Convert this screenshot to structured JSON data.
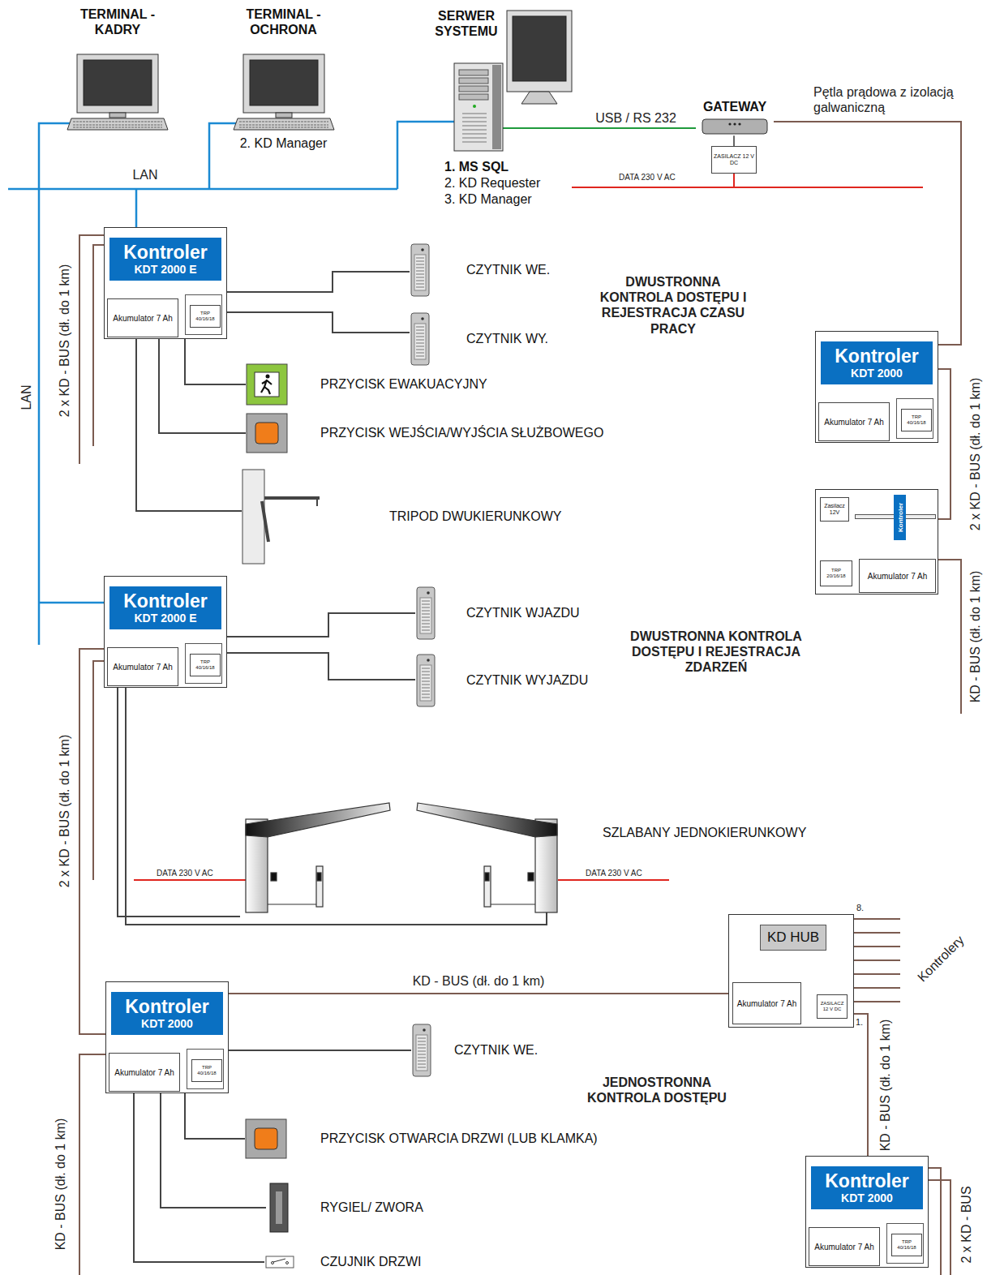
{
  "diagram": {
    "nodes": [
      {
        "text": [
          "TERMINAL - KADRY"
        ]
      },
      {
        "text": [
          "TERMINAL - OCHRONA",
          "2. KD Manager"
        ]
      },
      {
        "text": [
          "SERWER SYSTEMU",
          "1. MS SQL",
          "2. KD Requester",
          "3. KD Manager"
        ]
      },
      {
        "text": [
          "GATEWAY"
        ]
      },
      {
        "text": [
          "ZASILACZ 12 V DC"
        ]
      },
      {
        "text": [
          "Kontroler",
          "KDT 2000 E"
        ]
      },
      {
        "text": [
          "Akumulator 7 Ah"
        ],
        "in": 5
      },
      {
        "text": [
          "TRP 40/16/18"
        ],
        "in": 5
      },
      {
        "text": [
          "CZYTNIK WE."
        ]
      },
      {
        "text": [
          "CZYTNIK WY."
        ]
      },
      {
        "text": [
          "PRZYCISK EWAKUACYJNY"
        ]
      },
      {
        "text": [
          "PRZYCISK WEJŚCIA/WYJŚCIA SŁUŻBOWEGO"
        ]
      },
      {
        "text": [
          "TRIPOD DWUKIERUNKOWY"
        ]
      },
      {
        "text": [
          "Kontroler",
          "KDT 2000 E"
        ]
      },
      {
        "text": [
          "Akumulator 7 Ah"
        ],
        "in": 13
      },
      {
        "text": [
          "TRP 40/16/18"
        ],
        "in": 13
      },
      {
        "text": [
          "CZYTNIK WJAZDU"
        ]
      },
      {
        "text": [
          "CZYTNIK WYJAZDU"
        ]
      },
      {
        "text": [
          "SZLABANY JEDNOKIERUNKOWY"
        ]
      },
      {
        "text": [
          "Kontroler",
          "KDT 2000"
        ]
      },
      {
        "text": [
          "Akumulator 7 Ah"
        ],
        "in": 19
      },
      {
        "text": [
          "TRP 40/16/18"
        ],
        "in": 19
      },
      {
        "text": [
          "CZYTNIK WE."
        ]
      },
      {
        "text": [
          "PRZYCISK OTWARCIA DRZWI (LUB KLAMKA)"
        ]
      },
      {
        "text": [
          "RYGIEL/ ZWORA"
        ]
      },
      {
        "text": [
          "CZUJNIK DRZWI"
        ]
      },
      {
        "text": [
          "KD HUB"
        ]
      },
      {
        "text": [
          "Akumulator 7 Ah"
        ],
        "in": 26
      },
      {
        "text": [
          "ZASILACZ 12 V DC"
        ],
        "in": 26
      },
      {
        "text": [
          "Kontroler",
          "KDT 2000"
        ]
      },
      {
        "text": [
          "Akumulator 7 Ah"
        ],
        "in": 29
      },
      {
        "text": [
          "TRP 40/16/18"
        ],
        "in": 29
      },
      {
        "text": [
          "Kontroler"
        ]
      },
      {
        "text": [
          "Zasilacz 12V"
        ],
        "in": 32
      },
      {
        "text": [
          "TRP 20/16/18"
        ],
        "in": 32
      },
      {
        "text": [
          "Akumulator 7 Ah"
        ],
        "in": 32
      },
      {
        "text": [
          "Kontroler",
          "KDT 2000"
        ]
      },
      {
        "text": [
          "Akumulator 7 Ah"
        ],
        "in": 36
      },
      {
        "text": [
          "TRP 40/16/18"
        ],
        "in": 36
      }
    ],
    "edges": [
      {
        "from": 2,
        "to": 3,
        "arrow": "none",
        "label": "USB / RS 232"
      },
      {
        "from": 3,
        "to": 4,
        "arrow": "none"
      },
      {
        "from": 3,
        "to": 29,
        "arrow": "none"
      },
      {
        "from": 29,
        "to": 32,
        "arrow": "none"
      },
      {
        "from": 5,
        "to": 8,
        "arrow": "none"
      },
      {
        "from": 5,
        "to": 9,
        "arrow": "none"
      },
      {
        "from": 5,
        "to": 10,
        "arrow": "none"
      },
      {
        "from": 5,
        "to": 11,
        "arrow": "none"
      },
      {
        "from": 5,
        "to": 12,
        "arrow": "none"
      },
      {
        "from": 13,
        "to": 16,
        "arrow": "none"
      },
      {
        "from": 13,
        "to": 17,
        "arrow": "none"
      },
      {
        "from": 13,
        "to": 18,
        "arrow": "none"
      },
      {
        "from": 13,
        "to": 19,
        "arrow": "none"
      },
      {
        "from": 19,
        "to": 22,
        "arrow": "none"
      },
      {
        "from": 19,
        "to": 23,
        "arrow": "none"
      },
      {
        "from": 19,
        "to": 24,
        "arrow": "none"
      },
      {
        "from": 19,
        "to": 25,
        "arrow": "none"
      },
      {
        "from": 19,
        "to": 26,
        "arrow": "none",
        "label": "KD - BUS (dł. do 1 km)"
      },
      {
        "from": 26,
        "to": 36,
        "arrow": "none"
      }
    ],
    "labels": [
      "LAN",
      "LAN",
      "Pętla prądowa z izolacją galwaniczną",
      "DATA 230 V AC",
      "2 x KD - BUS (dł. do 1 km)",
      "DWUSTRONNA KONTROLA DOSTĘPU I REJESTRACJA CZASU PRACY",
      "2 x KD - BUS (dł. do 1 km)",
      "KD - BUS (dł. do 1 km)",
      "DWUSTRONNA KONTROLA DOSTĘPU I REJESTRACJA ZDARZEŃ",
      "2 x KD - BUS (dł. do 1 km)",
      "DATA 230 V AC",
      "DATA 230 V AC",
      "8.",
      "Kontrolery",
      "1.",
      "KD - BUS (dł. do 1 km)",
      "JEDNOSTRONNA KONTROLA DOSTĘPU",
      "KD - BUS (dł. do 1 km)",
      "2 x KD - BUS"
    ]
  }
}
